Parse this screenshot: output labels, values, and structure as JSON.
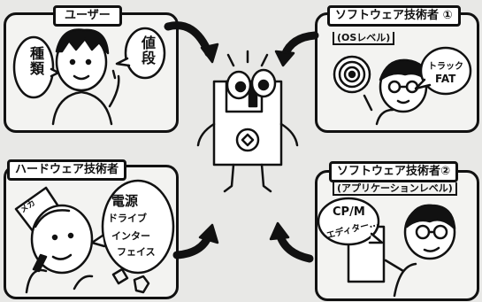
{
  "panels": {
    "user": {
      "title": "ユーザー",
      "speech_left": "種類",
      "speech_right": "値段"
    },
    "sw_os": {
      "title": "ソフトウェア技術者 ①",
      "subtitle": "(OSレベル)",
      "speech_line1": "トラック",
      "speech_line2": "FAT"
    },
    "hardware": {
      "title": "ハードウェア技術者",
      "cap_text": "メカ",
      "speech_line1": "電源",
      "speech_line2": "ドライブ",
      "speech_line3": "インター",
      "speech_line4": "フェイス"
    },
    "sw_app": {
      "title": "ソフトウェア技術者②",
      "subtitle": "(アプリケーションレベル)",
      "speech_line1": "CP/M",
      "speech_line2": "エディター..."
    }
  },
  "colors": {
    "ink": "#111111",
    "paper": "#f3f3f1",
    "background": "#e8e8e6"
  }
}
